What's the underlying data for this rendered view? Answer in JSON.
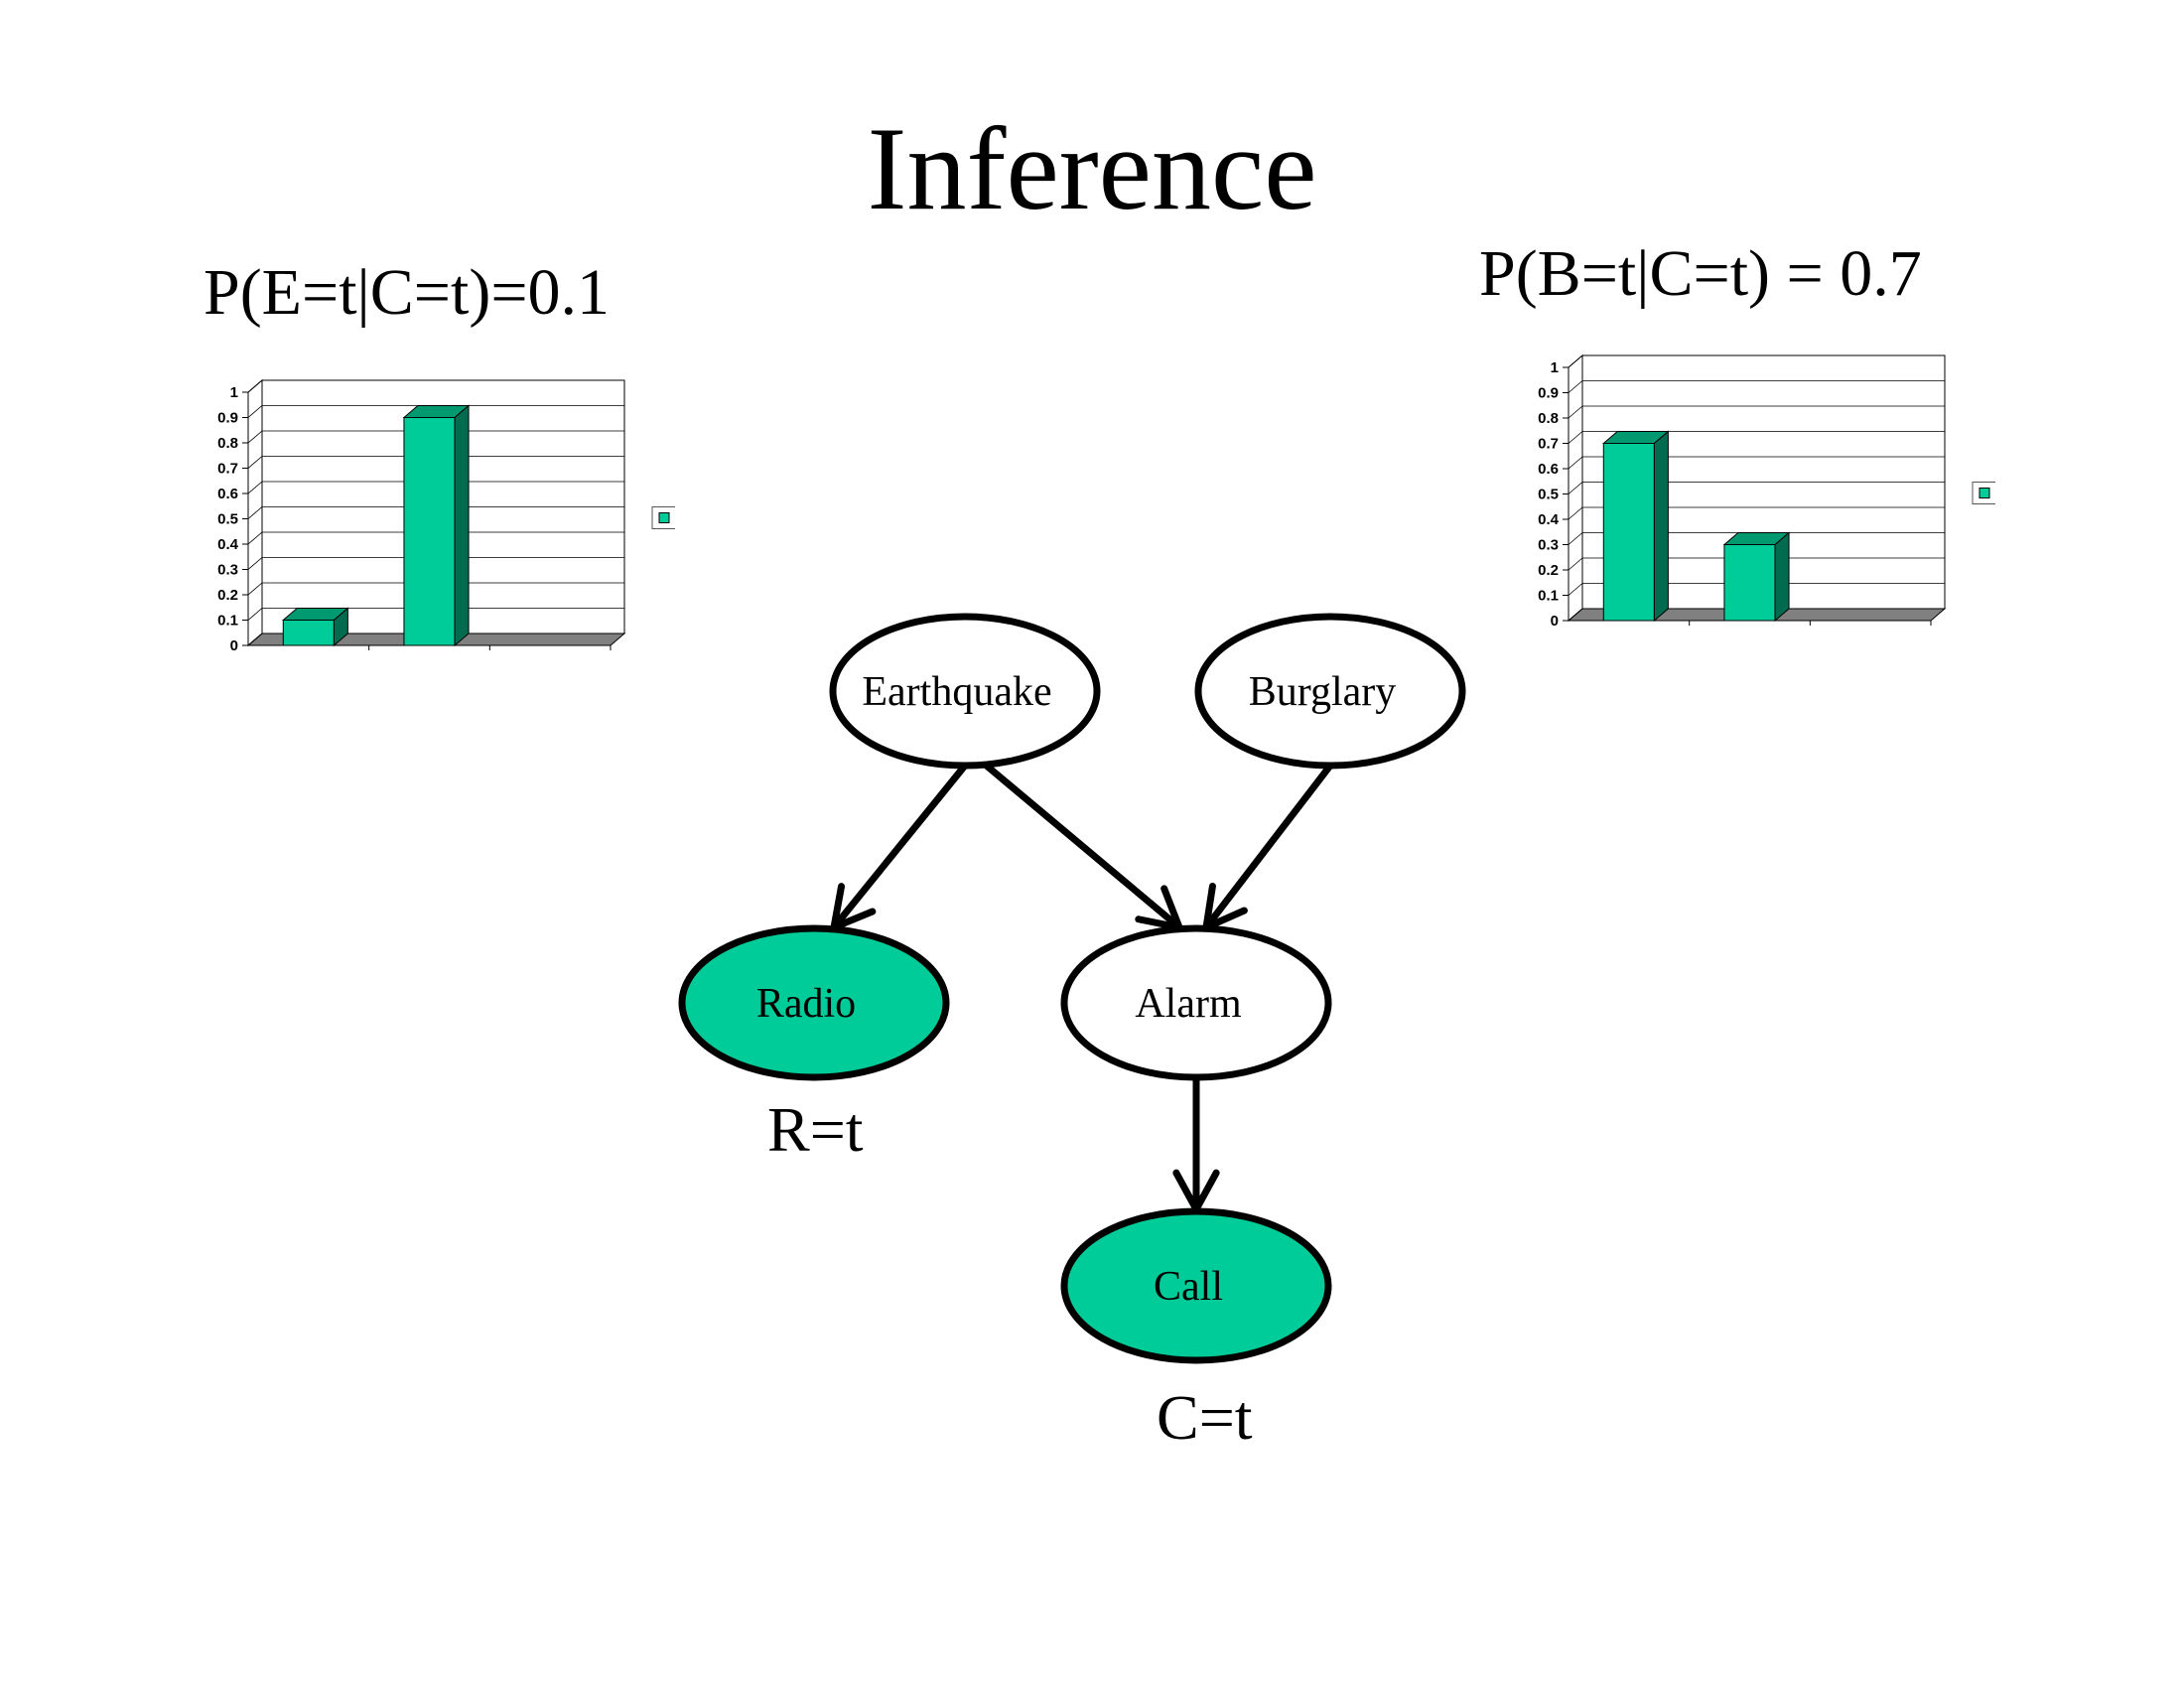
{
  "slide": {
    "title": "Inference",
    "prob_e": "P(E=t|C=t)=0.1",
    "prob_b": "P(B=t|C=t) = 0.7",
    "evidence_radio": "R=t",
    "evidence_call": "C=t"
  },
  "colors": {
    "observed_fill": "#00cc99",
    "bar_front": "#00cc99",
    "bar_top": "#009970",
    "bar_side": "#006b4f",
    "floor": "#808080"
  },
  "network": {
    "nodes": [
      {
        "id": "earthquake",
        "label": "Earthquake",
        "observed": false
      },
      {
        "id": "burglary",
        "label": "Burglary",
        "observed": false
      },
      {
        "id": "radio",
        "label": "Radio",
        "observed": true
      },
      {
        "id": "alarm",
        "label": "Alarm",
        "observed": false
      },
      {
        "id": "call",
        "label": "Call",
        "observed": true
      }
    ],
    "edges": [
      {
        "from": "earthquake",
        "to": "radio"
      },
      {
        "from": "earthquake",
        "to": "alarm"
      },
      {
        "from": "burglary",
        "to": "alarm"
      },
      {
        "from": "alarm",
        "to": "call"
      }
    ]
  },
  "chart_data": [
    {
      "type": "bar",
      "categories": [
        "",
        ""
      ],
      "values": [
        0.1,
        0.9
      ],
      "title": "",
      "xlabel": "",
      "ylabel": "",
      "ylim": [
        0,
        1
      ],
      "yticks": [
        "0",
        "0.1",
        "0.2",
        "0.3",
        "0.4",
        "0.5",
        "0.6",
        "0.7",
        "0.8",
        "0.9",
        "1"
      ],
      "grid": true,
      "legend": "right",
      "projection": "3d"
    },
    {
      "type": "bar",
      "categories": [
        "",
        ""
      ],
      "values": [
        0.7,
        0.3
      ],
      "title": "",
      "xlabel": "",
      "ylabel": "",
      "ylim": [
        0,
        1
      ],
      "yticks": [
        "0",
        "0.1",
        "0.2",
        "0.3",
        "0.4",
        "0.5",
        "0.6",
        "0.7",
        "0.8",
        "0.9",
        "1"
      ],
      "grid": true,
      "legend": "right",
      "projection": "3d"
    }
  ]
}
